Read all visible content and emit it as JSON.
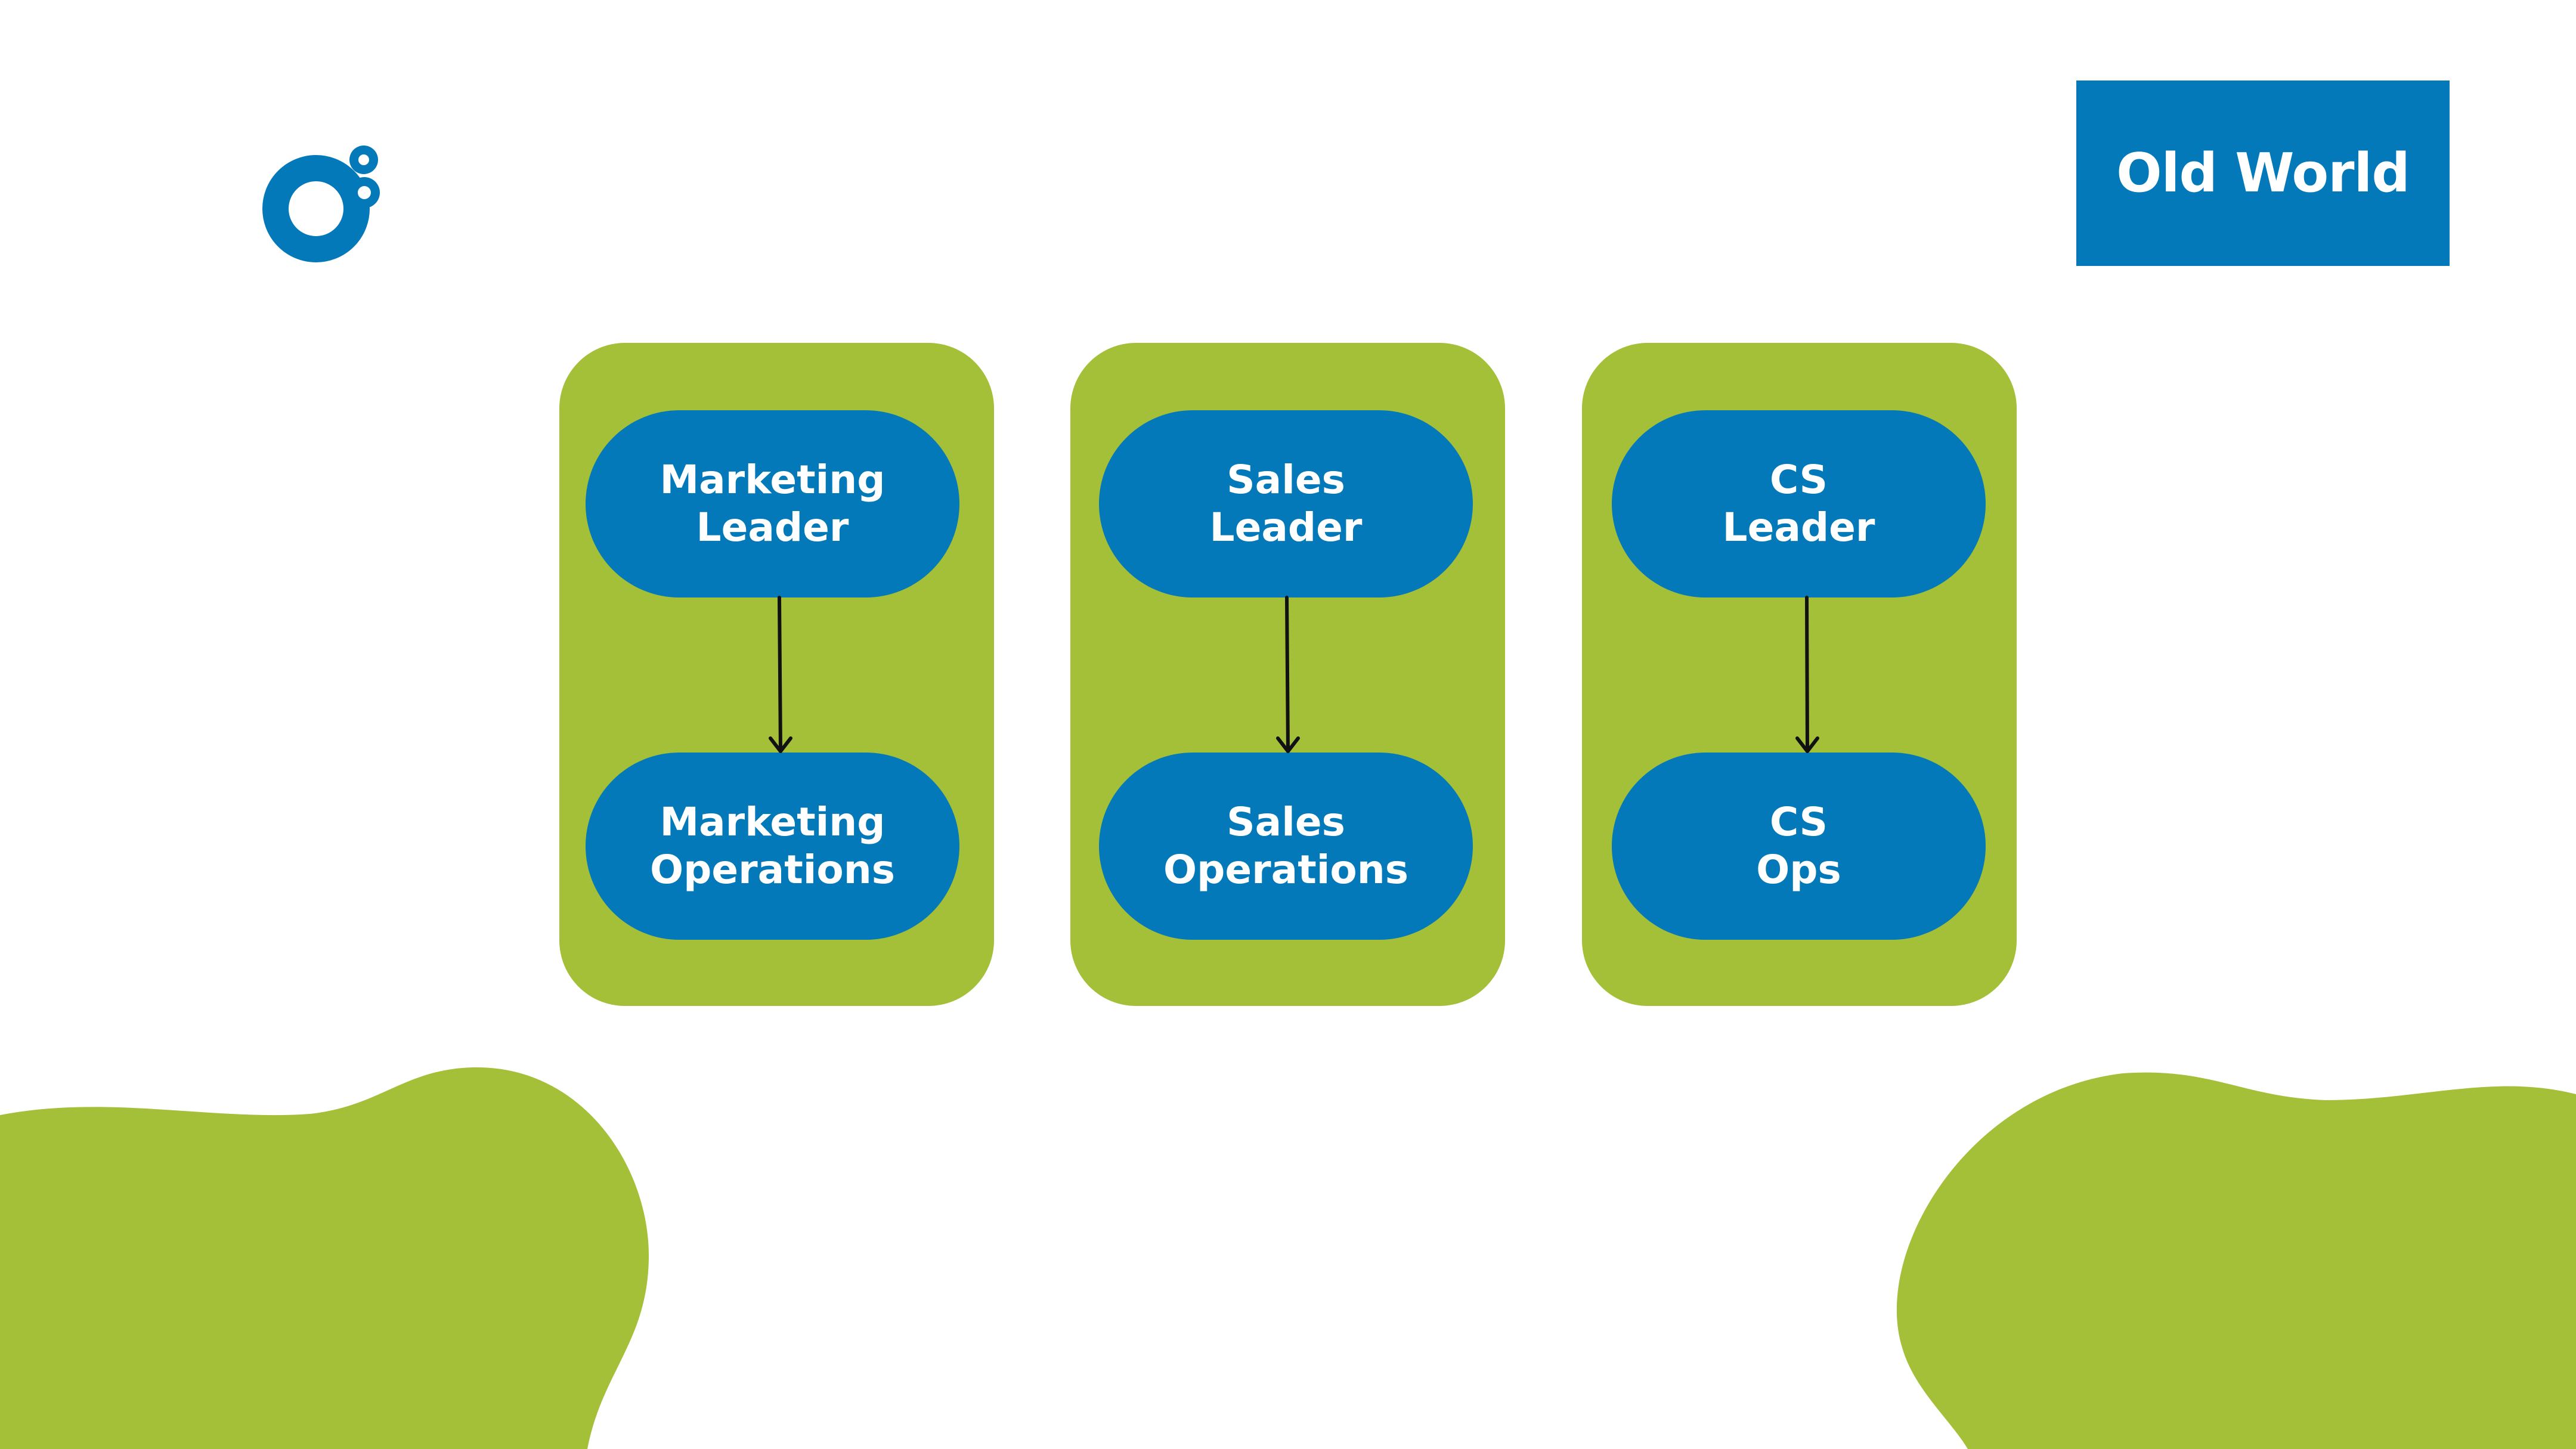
{
  "title": "Old World",
  "colors": {
    "accent_blue": "#0379B9",
    "panel_green": "#A4BF38",
    "arrow": "#111111",
    "text": "#FFFFFF",
    "background": "#FFFFFF"
  },
  "logo": {
    "letter": "O",
    "superscript": "8"
  },
  "groups": [
    {
      "leader": {
        "line1": "Marketing",
        "line2": "Leader"
      },
      "ops": {
        "line1": "Marketing",
        "line2": "Operations"
      }
    },
    {
      "leader": {
        "line1": "Sales",
        "line2": "Leader"
      },
      "ops": {
        "line1": "Sales",
        "line2": "Operations"
      }
    },
    {
      "leader": {
        "line1": "CS",
        "line2": "Leader"
      },
      "ops": {
        "line1": "CS",
        "line2": "Ops"
      }
    }
  ]
}
